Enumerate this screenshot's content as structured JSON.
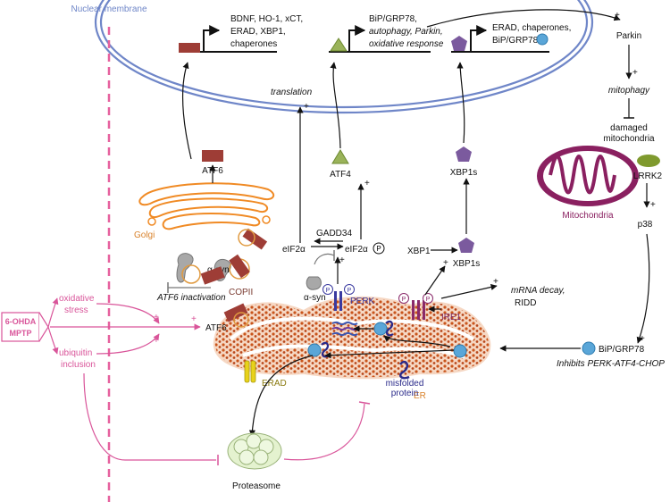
{
  "membrane_label": "Nuclear membrane",
  "genes": {
    "atf6_targets": "BDNF, HO-1, xCT,",
    "atf6_targets_2": "ERAD, XBP1,",
    "atf6_targets_3": "chaperones",
    "atf4_targets": "BiP/GRP78,",
    "atf4_targets_2": "autophagy, Parkin,",
    "atf4_targets_3": "oxidative response",
    "xbp1_targets": "ERAD, chaperones,",
    "xbp1_targets_2": "BiP/GRP78"
  },
  "labels": {
    "translation": "translation",
    "atf6_top": "ATF6",
    "atf4": "ATF4",
    "xbp1s_top": "XBP1s",
    "gadd34": "GADD34",
    "eif2a": "eIF2α",
    "eif2a_p": "eIF2α",
    "p": "P",
    "xbp1": "XBP1",
    "xbp1s": "XBP1s",
    "golgi": "Golgi",
    "copii": "COPII",
    "asyn": "α-syn",
    "asyn2": "α-syn",
    "atf6_inactivation": "ATF6 inactivation",
    "perk": "PERK",
    "ire1": "IRE1",
    "mrna_decay": "mRNA decay,",
    "ridd": "RIDD",
    "atf6_er": "ATF6",
    "erad": "ERAD",
    "misfolded": "misfolded",
    "protein": "protein",
    "er": "ER",
    "proteasome": "Proteasome",
    "oxidative": "oxidative",
    "stress": "stress",
    "ubiquitin": "ubiquitin",
    "inclusion": "inclusion",
    "toxin1": "6-OHDA",
    "toxin2": "MPTP",
    "parkin": "Parkin",
    "mitophagy": "mitophagy",
    "damaged": "damaged",
    "mitochondria_dmg": "mitochondria",
    "lrrk2": "LRRK2",
    "mitochondria": "Mitochondria",
    "p38": "p38",
    "bip": "BiP/GRP78",
    "inhibits": "Inhibits PERK-ATF4-CHOP",
    "plus": "+"
  },
  "colors": {
    "membrane": "#6f86c8",
    "nuclear_dash": "#e6609e",
    "er": "#d0581b",
    "golgi": "#f08a24",
    "atf6": "#9e3d36",
    "atf4": "#9ab35a",
    "xbp1": "#7b5a9e",
    "bip": "#5aa6d8",
    "mito": "#8a2060",
    "lrrk2": "#7f9a2e",
    "toxin": "#d9559a"
  },
  "icons": [
    "atf6-box-icon",
    "atf4-triangle-icon",
    "xbp1-pentagon-icon",
    "bip-circle-icon",
    "mitochondrion-icon",
    "proteasome-icon",
    "golgi-icon"
  ]
}
